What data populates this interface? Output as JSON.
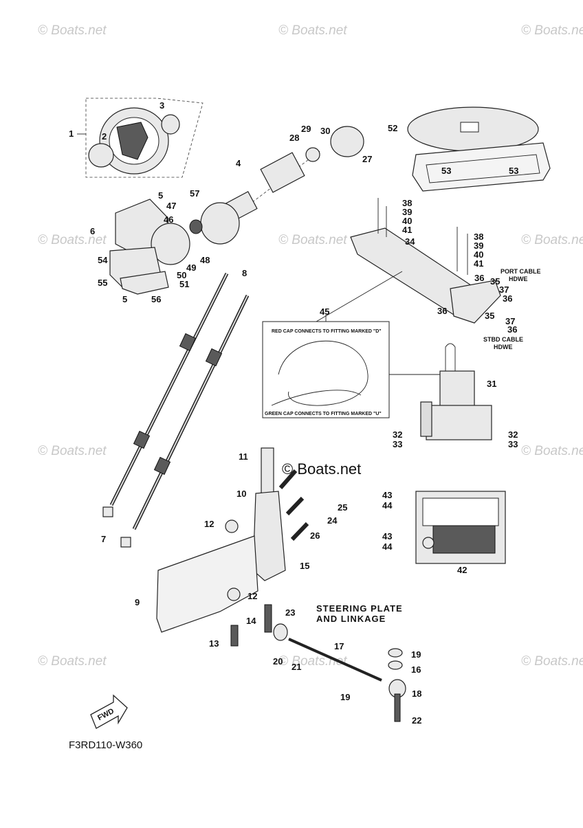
{
  "watermark": "© Boats.net",
  "center_watermark": "© Boats.net",
  "diagram_code": "F3RD110-W360",
  "section_title": {
    "line1": "STEERING PLATE",
    "line2": "AND LINKAGE"
  },
  "fwd_label": "FWD",
  "notes": {
    "red_cap": "RED CAP CONNECTS TO FITTING MARKED \"D\"",
    "green_cap": "GREEN CAP CONNECTS TO FITTING MARKED \"U\"",
    "port_cable": "PORT CABLE",
    "port_hdwe": "HDWE",
    "stbd_cable": "STBD CABLE",
    "stbd_hdwe": "HDWE"
  },
  "callouts": [
    "1",
    "2",
    "3",
    "4",
    "5",
    "5",
    "6",
    "7",
    "8",
    "9",
    "10",
    "11",
    "12",
    "12",
    "13",
    "14",
    "15",
    "16",
    "17",
    "18",
    "19",
    "19",
    "20",
    "21",
    "22",
    "23",
    "24",
    "25",
    "26",
    "27",
    "28",
    "29",
    "30",
    "31",
    "32",
    "32",
    "33",
    "33",
    "34",
    "35",
    "35",
    "36",
    "36",
    "36",
    "36",
    "37",
    "37",
    "38",
    "38",
    "39",
    "39",
    "40",
    "40",
    "41",
    "41",
    "42",
    "43",
    "43",
    "44",
    "44",
    "45",
    "46",
    "47",
    "48",
    "49",
    "50",
    "51",
    "52",
    "53",
    "53",
    "54",
    "55",
    "56",
    "57"
  ]
}
